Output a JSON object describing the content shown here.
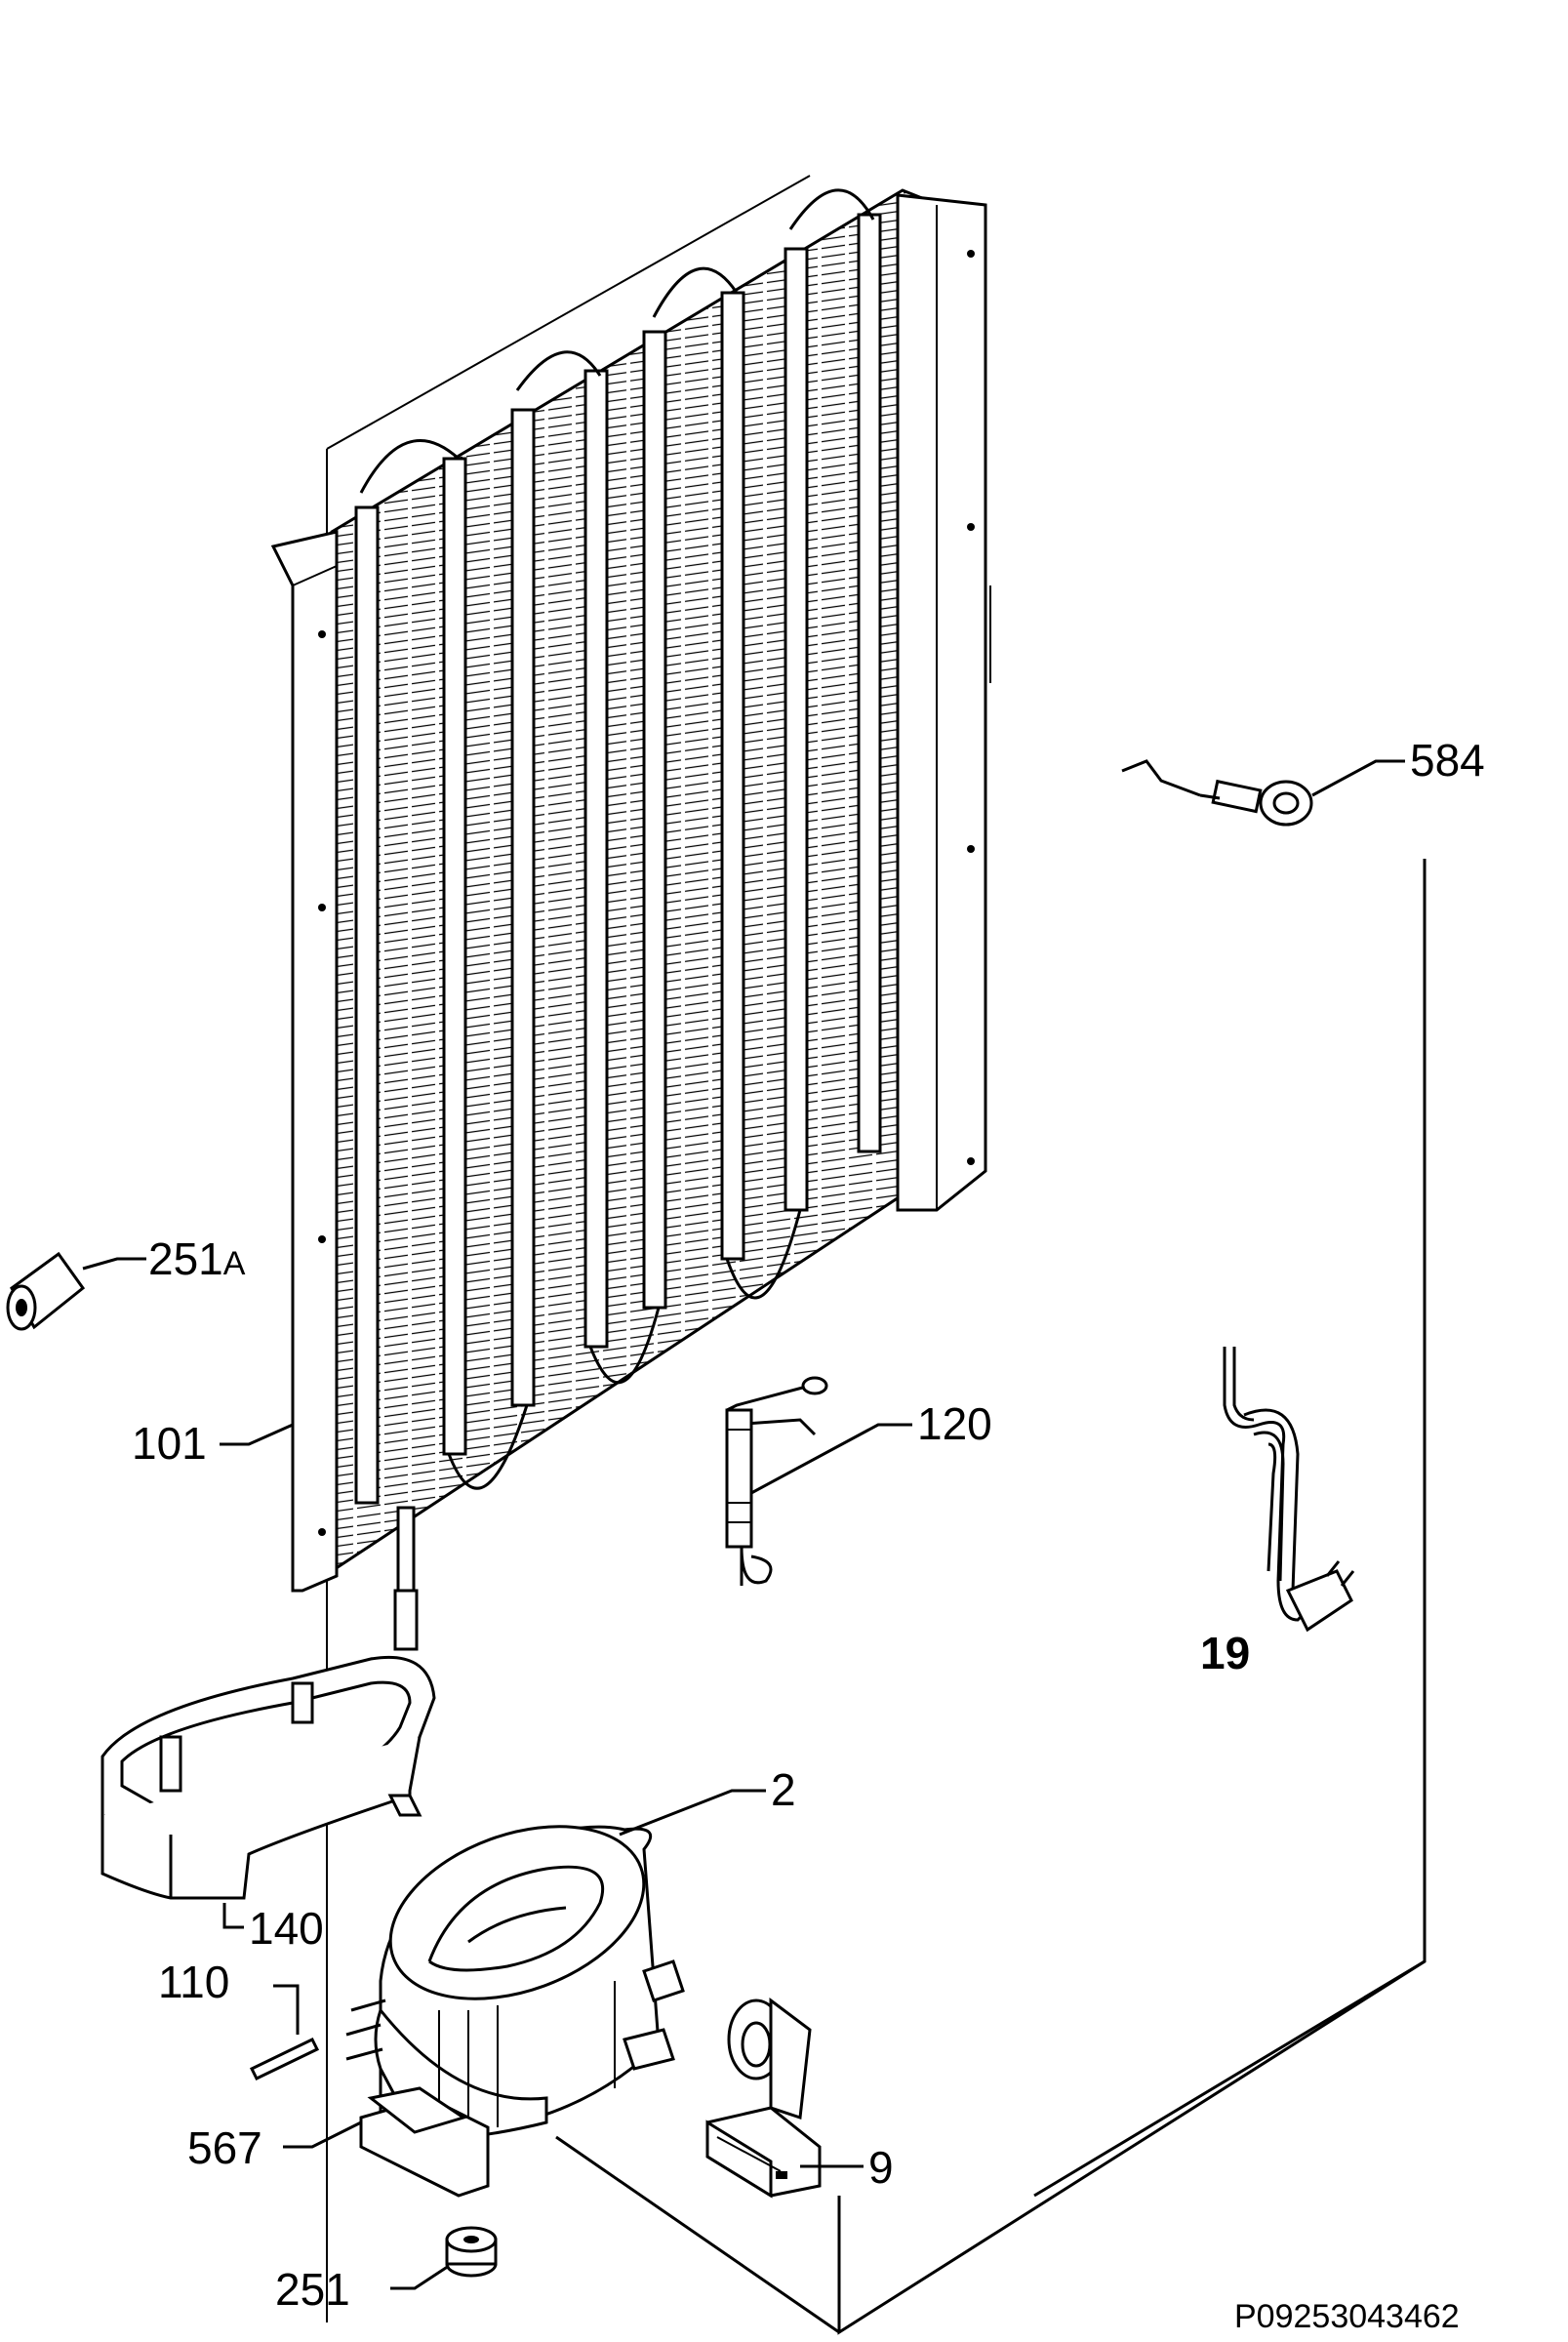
{
  "labels": {
    "p584": "584",
    "p251a_num": "251",
    "p251a_suffix": "A",
    "p101": "101",
    "p120": "120",
    "p19": "19",
    "p2": "2",
    "p140": "140",
    "p110": "110",
    "p567": "567",
    "p9": "9",
    "p251": "251"
  },
  "diagram_code": "P09253043462"
}
